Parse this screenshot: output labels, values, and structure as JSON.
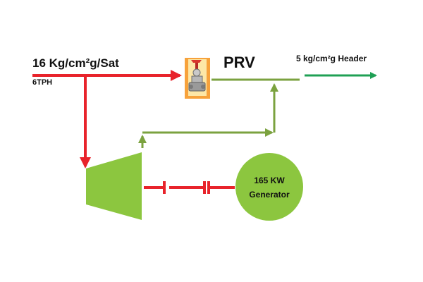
{
  "inlet": {
    "label": "16 Kg/cm²g/Sat",
    "flow": "6TPH"
  },
  "prv": {
    "label": "PRV",
    "icon": "pressure-reducing-valve-icon"
  },
  "header": {
    "label": "5 kg/cm²g Header"
  },
  "generator": {
    "line1": "165 KW",
    "line2": "Generator"
  },
  "colors": {
    "high_pressure_steam": "#e8232b",
    "low_pressure_steam": "#7ba23f",
    "header_arrow": "#1fa055",
    "turbine": "#8cc63f",
    "generator": "#8cc63f",
    "coupling": "#e8232b"
  }
}
